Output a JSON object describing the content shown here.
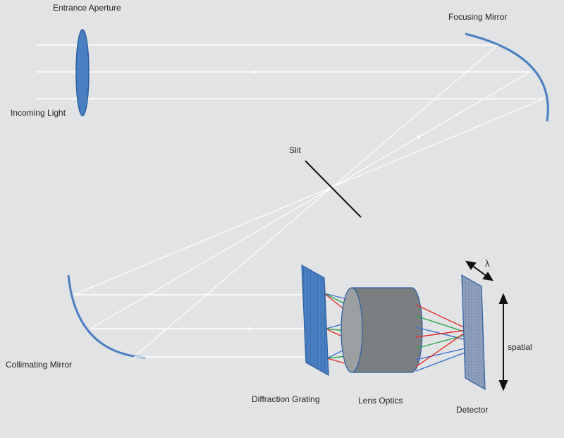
{
  "labels": {
    "entrance_aperture": "Entrance Aperture",
    "focusing_mirror": "Focusing Mirror",
    "incoming_light": "Incoming Light",
    "slit": "Slit",
    "collimating_mirror": "Collimating Mirror",
    "diffraction_grating": "Diffraction Grating",
    "lens_optics": "Lens Optics",
    "detector": "Detector",
    "wavelength_symbol": "λ",
    "spatial": "spatial"
  },
  "colors": {
    "background": "#e2e3e5",
    "optic_blue": "#4a7fc1",
    "optic_stroke": "#2a5fa0",
    "light_ray": "#ffffff",
    "lens_body": "#7b7e81",
    "ray_red": "#e0302a",
    "ray_green": "#2aa84a",
    "ray_blue": "#3a6fd0",
    "detector_grid": "#7d8fb0"
  }
}
